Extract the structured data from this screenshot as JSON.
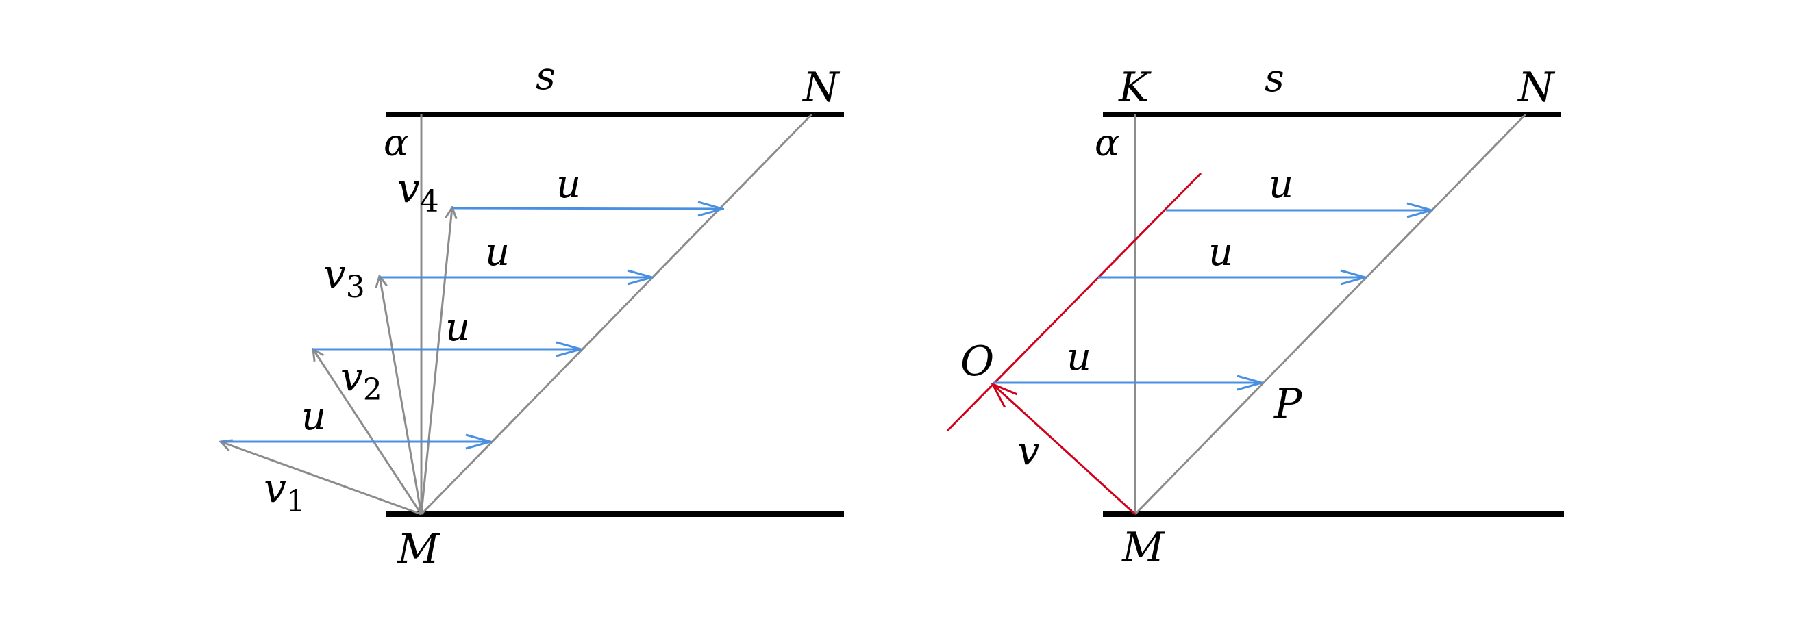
{
  "colors": {
    "bank": "#000000",
    "grey": "#8c8c8c",
    "blue": "#4a90e2",
    "red": "#d0021b"
  },
  "left_diagram": {
    "labels": {
      "s": "s",
      "N": "N",
      "alpha": "α",
      "M": "M",
      "u1": "u",
      "u2": "u",
      "u3": "u",
      "u4": "u"
    },
    "velocity_labels": [
      {
        "base": "v",
        "sub": "1"
      },
      {
        "base": "v",
        "sub": "2"
      },
      {
        "base": "v",
        "sub": "3"
      },
      {
        "base": "v",
        "sub": "4"
      }
    ]
  },
  "right_diagram": {
    "labels": {
      "K": "K",
      "s": "s",
      "N": "N",
      "alpha": "α",
      "M": "M",
      "O": "O",
      "P": "P",
      "v": "v",
      "u1": "u",
      "u2": "u",
      "u3": "u"
    }
  }
}
